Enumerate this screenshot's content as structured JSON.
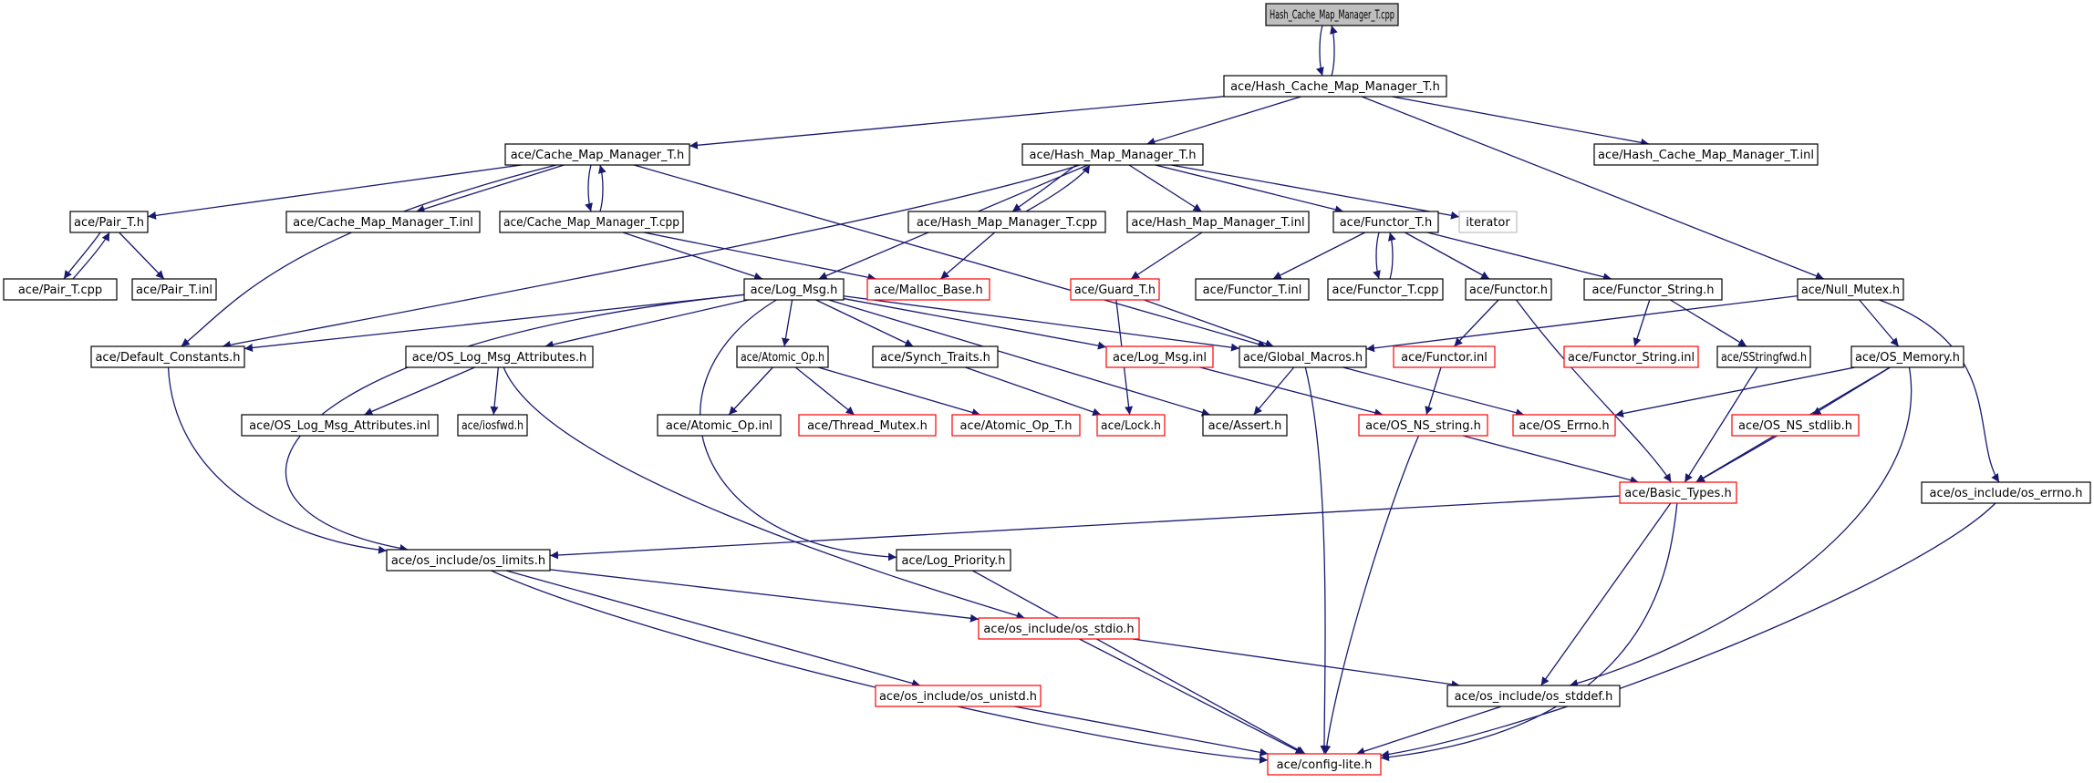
{
  "diagram": {
    "root": "Hash_Cache_Map_Manager_T.cpp",
    "colors": {
      "edge": "#191970",
      "border_normal": "#000000",
      "border_truncated": "#ff0000",
      "border_external": "#bfbfbf",
      "root_fill": "#bfbfbf",
      "fill": "#ffffff"
    },
    "nodes": [
      {
        "id": "n0",
        "label": "Hash_Cache_Map_Manager_T.cpp",
        "kind": "root"
      },
      {
        "id": "n1",
        "label": "ace/Hash_Cache_Map_Manager_T.h",
        "kind": "normal"
      },
      {
        "id": "n2",
        "label": "ace/Cache_Map_Manager_T.h",
        "kind": "normal"
      },
      {
        "id": "n3",
        "label": "ace/Hash_Map_Manager_T.h",
        "kind": "normal"
      },
      {
        "id": "n4",
        "label": "ace/Hash_Cache_Map_Manager_T.inl",
        "kind": "normal"
      },
      {
        "id": "n5",
        "label": "ace/Pair_T.h",
        "kind": "normal"
      },
      {
        "id": "n6",
        "label": "ace/Cache_Map_Manager_T.inl",
        "kind": "normal"
      },
      {
        "id": "n7",
        "label": "ace/Cache_Map_Manager_T.cpp",
        "kind": "normal"
      },
      {
        "id": "n8",
        "label": "ace/Hash_Map_Manager_T.cpp",
        "kind": "normal"
      },
      {
        "id": "n9",
        "label": "ace/Hash_Map_Manager_T.inl",
        "kind": "normal"
      },
      {
        "id": "n10",
        "label": "ace/Functor_T.h",
        "kind": "normal"
      },
      {
        "id": "n11",
        "label": "iterator",
        "kind": "external"
      },
      {
        "id": "n12",
        "label": "ace/Pair_T.cpp",
        "kind": "normal"
      },
      {
        "id": "n13",
        "label": "ace/Pair_T.inl",
        "kind": "normal"
      },
      {
        "id": "n14",
        "label": "ace/Log_Msg.h",
        "kind": "normal"
      },
      {
        "id": "n15",
        "label": "ace/Malloc_Base.h",
        "kind": "truncated"
      },
      {
        "id": "n16",
        "label": "ace/Guard_T.h",
        "kind": "truncated"
      },
      {
        "id": "n17",
        "label": "ace/Functor_T.inl",
        "kind": "normal"
      },
      {
        "id": "n18",
        "label": "ace/Functor_T.cpp",
        "kind": "normal"
      },
      {
        "id": "n19",
        "label": "ace/Functor.h",
        "kind": "normal"
      },
      {
        "id": "n20",
        "label": "ace/Functor_String.h",
        "kind": "normal"
      },
      {
        "id": "n21",
        "label": "ace/Null_Mutex.h",
        "kind": "normal"
      },
      {
        "id": "n22",
        "label": "ace/Default_Constants.h",
        "kind": "normal"
      },
      {
        "id": "n23",
        "label": "ace/OS_Log_Msg_Attributes.h",
        "kind": "normal"
      },
      {
        "id": "n24",
        "label": "ace/Atomic_Op.h",
        "kind": "normal"
      },
      {
        "id": "n25",
        "label": "ace/Synch_Traits.h",
        "kind": "normal"
      },
      {
        "id": "n26",
        "label": "ace/Log_Msg.inl",
        "kind": "truncated"
      },
      {
        "id": "n27",
        "label": "ace/Global_Macros.h",
        "kind": "normal"
      },
      {
        "id": "n28",
        "label": "ace/Functor.inl",
        "kind": "truncated"
      },
      {
        "id": "n29",
        "label": "ace/Functor_String.inl",
        "kind": "truncated"
      },
      {
        "id": "n30",
        "label": "ace/SStringfwd.h",
        "kind": "normal"
      },
      {
        "id": "n31",
        "label": "ace/OS_Memory.h",
        "kind": "normal"
      },
      {
        "id": "n32",
        "label": "ace/OS_Log_Msg_Attributes.inl",
        "kind": "normal"
      },
      {
        "id": "n33",
        "label": "ace/iosfwd.h",
        "kind": "normal"
      },
      {
        "id": "n34",
        "label": "ace/Atomic_Op.inl",
        "kind": "normal"
      },
      {
        "id": "n35",
        "label": "ace/Thread_Mutex.h",
        "kind": "truncated"
      },
      {
        "id": "n36",
        "label": "ace/Atomic_Op_T.h",
        "kind": "truncated"
      },
      {
        "id": "n37",
        "label": "ace/Lock.h",
        "kind": "truncated"
      },
      {
        "id": "n38",
        "label": "ace/Assert.h",
        "kind": "normal"
      },
      {
        "id": "n39",
        "label": "ace/OS_NS_string.h",
        "kind": "truncated"
      },
      {
        "id": "n40",
        "label": "ace/OS_Errno.h",
        "kind": "truncated"
      },
      {
        "id": "n41",
        "label": "ace/OS_NS_stdlib.h",
        "kind": "truncated"
      },
      {
        "id": "n42",
        "label": "ace/Basic_Types.h",
        "kind": "truncated"
      },
      {
        "id": "n43",
        "label": "ace/os_include/os_errno.h",
        "kind": "normal"
      },
      {
        "id": "n44",
        "label": "ace/os_include/os_limits.h",
        "kind": "normal"
      },
      {
        "id": "n45",
        "label": "ace/Log_Priority.h",
        "kind": "normal"
      },
      {
        "id": "n46",
        "label": "ace/os_include/os_stdio.h",
        "kind": "truncated"
      },
      {
        "id": "n47",
        "label": "ace/os_include/os_unistd.h",
        "kind": "truncated"
      },
      {
        "id": "n48",
        "label": "ace/os_include/os_stddef.h",
        "kind": "normal"
      },
      {
        "id": "n49",
        "label": "ace/config-lite.h",
        "kind": "truncated"
      }
    ],
    "edges": [
      [
        "n0",
        "n1"
      ],
      [
        "n1",
        "n0"
      ],
      [
        "n1",
        "n2"
      ],
      [
        "n1",
        "n3"
      ],
      [
        "n1",
        "n4"
      ],
      [
        "n1",
        "n21"
      ],
      [
        "n2",
        "n5"
      ],
      [
        "n2",
        "n6"
      ],
      [
        "n2",
        "n7"
      ],
      [
        "n2",
        "n22"
      ],
      [
        "n2",
        "n27"
      ],
      [
        "n7",
        "n2"
      ],
      [
        "n7",
        "n15"
      ],
      [
        "n7",
        "n14"
      ],
      [
        "n3",
        "n22"
      ],
      [
        "n3",
        "n14"
      ],
      [
        "n3",
        "n8"
      ],
      [
        "n3",
        "n9"
      ],
      [
        "n3",
        "n10"
      ],
      [
        "n3",
        "n11"
      ],
      [
        "n8",
        "n3"
      ],
      [
        "n8",
        "n15"
      ],
      [
        "n9",
        "n16"
      ],
      [
        "n16",
        "n37"
      ],
      [
        "n16",
        "n27"
      ],
      [
        "n5",
        "n12"
      ],
      [
        "n5",
        "n13"
      ],
      [
        "n12",
        "n5"
      ],
      [
        "n10",
        "n17"
      ],
      [
        "n10",
        "n18"
      ],
      [
        "n10",
        "n19"
      ],
      [
        "n10",
        "n20"
      ],
      [
        "n18",
        "n10"
      ],
      [
        "n19",
        "n28"
      ],
      [
        "n19",
        "n42"
      ],
      [
        "n20",
        "n29"
      ],
      [
        "n20",
        "n30"
      ],
      [
        "n30",
        "n42"
      ],
      [
        "n21",
        "n27"
      ],
      [
        "n21",
        "n31"
      ],
      [
        "n21",
        "n43"
      ],
      [
        "n14",
        "n22"
      ],
      [
        "n14",
        "n23"
      ],
      [
        "n14",
        "n24"
      ],
      [
        "n14",
        "n25"
      ],
      [
        "n14",
        "n26"
      ],
      [
        "n14",
        "n27"
      ],
      [
        "n14",
        "n38"
      ],
      [
        "n14",
        "n45"
      ],
      [
        "n14",
        "n44"
      ],
      [
        "n22",
        "n44"
      ],
      [
        "n23",
        "n32"
      ],
      [
        "n23",
        "n33"
      ],
      [
        "n23",
        "n46"
      ],
      [
        "n24",
        "n34"
      ],
      [
        "n24",
        "n35"
      ],
      [
        "n24",
        "n36"
      ],
      [
        "n25",
        "n37"
      ],
      [
        "n26",
        "n39"
      ],
      [
        "n27",
        "n38"
      ],
      [
        "n27",
        "n40"
      ],
      [
        "n27",
        "n49"
      ],
      [
        "n28",
        "n39"
      ],
      [
        "n39",
        "n42"
      ],
      [
        "n39",
        "n49"
      ],
      [
        "n31",
        "n40"
      ],
      [
        "n31",
        "n41"
      ],
      [
        "n31",
        "n42"
      ],
      [
        "n31",
        "n48"
      ],
      [
        "n41",
        "n42"
      ],
      [
        "n42",
        "n44"
      ],
      [
        "n42",
        "n48"
      ],
      [
        "n42",
        "n49"
      ],
      [
        "n43",
        "n49"
      ],
      [
        "n44",
        "n46"
      ],
      [
        "n44",
        "n47"
      ],
      [
        "n44",
        "n49"
      ],
      [
        "n45",
        "n49"
      ],
      [
        "n46",
        "n48"
      ],
      [
        "n46",
        "n49"
      ],
      [
        "n47",
        "n49"
      ],
      [
        "n48",
        "n49"
      ]
    ]
  }
}
